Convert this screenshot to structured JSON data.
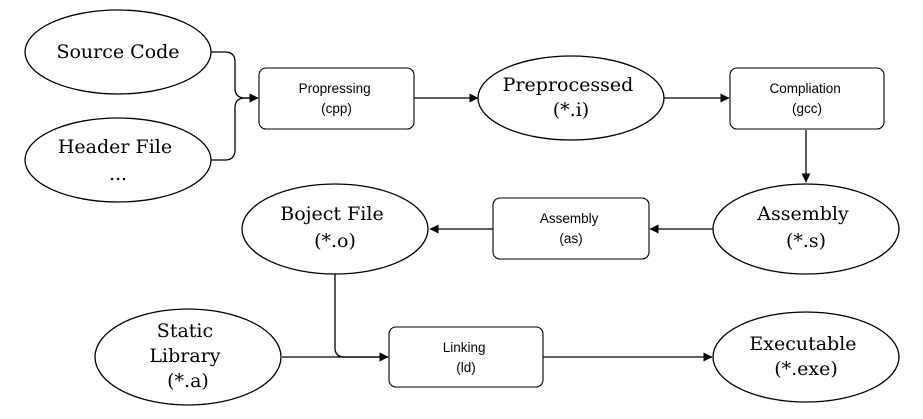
{
  "nodes": {
    "source_code": {
      "lines": [
        "Source Code"
      ]
    },
    "header_file": {
      "lines": [
        "Header File",
        "..."
      ]
    },
    "propressing": {
      "lines": [
        "Propressing",
        "(cpp)"
      ]
    },
    "preprocessed": {
      "lines": [
        "Preprocessed",
        "(*.i)"
      ]
    },
    "compliation": {
      "lines": [
        "Compliation",
        "(gcc)"
      ]
    },
    "assembly_file": {
      "lines": [
        "Assembly",
        "(*.s)"
      ]
    },
    "assembly_process": {
      "lines": [
        "Assembly",
        "(as)"
      ]
    },
    "boject_file": {
      "lines": [
        "Boject File",
        "(*.o)"
      ]
    },
    "static_library": {
      "lines": [
        "Static",
        "Library",
        "(*.a)"
      ]
    },
    "linking": {
      "lines": [
        "Linking",
        "(ld)"
      ]
    },
    "executable": {
      "lines": [
        "Executable",
        "(*.exe)"
      ]
    }
  },
  "colors": {
    "stroke": "#000000",
    "fill": "#ffffff",
    "background": "#ffffff"
  }
}
